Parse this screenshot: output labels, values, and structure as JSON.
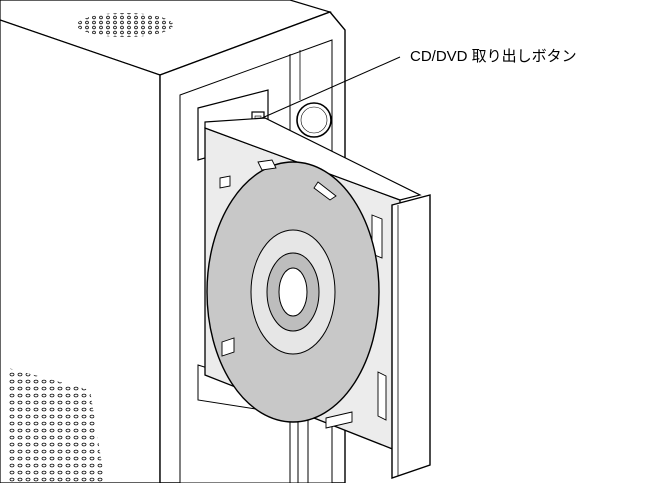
{
  "callout": {
    "label": "CD/DVD 取り出しボタン",
    "target": "eject-button"
  },
  "colors": {
    "line": "#000000",
    "disc": "#c8c8c8",
    "hub_ring": "#e6e6e6",
    "hub_center": "#bdbdbd",
    "tray": "#ececec",
    "slot": "#e0e0e0",
    "bezel": "#ffffff",
    "vent": "#000000"
  },
  "icons": [
    "computer-case",
    "optical-drive-tray",
    "cd-disc",
    "eject-button",
    "power-button"
  ]
}
